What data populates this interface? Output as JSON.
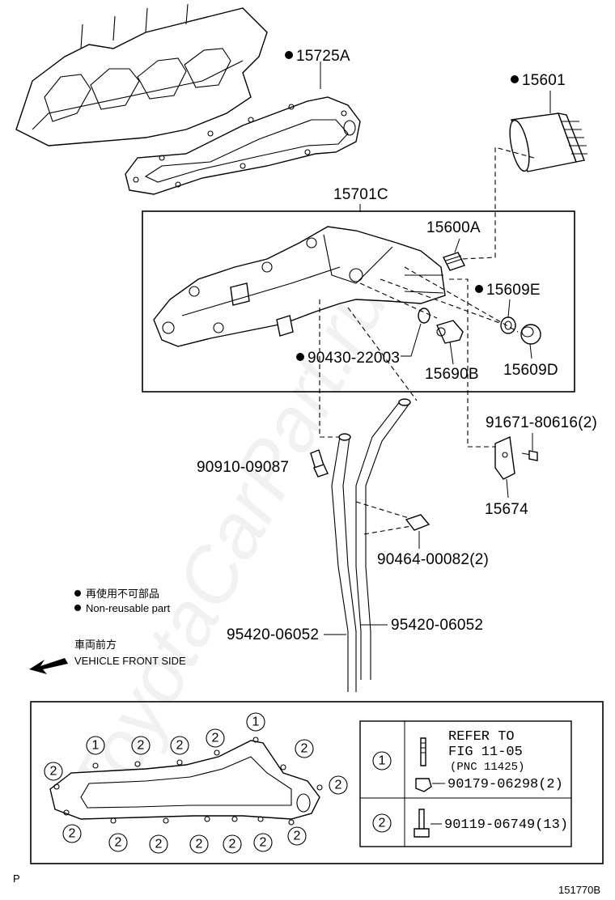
{
  "watermark": "ToyotaCarPart.ru",
  "parts": {
    "gasket_top": "15725A",
    "oil_filter": "15601",
    "cooler_assy": "15701C",
    "union": "15600A",
    "o_ring": "15609E",
    "gasket_90430": "90430-22003",
    "switch": "15690B",
    "plug": "15609D",
    "bolt_91671": "91671-80616(2)",
    "bracket": "15674",
    "fitting": "90910-09087",
    "clamp": "90464-00082(2)",
    "hose_left": "95420-06052",
    "hose_right": "95420-06052"
  },
  "legend": {
    "jp": "再使用不可部品",
    "en": "Non-reusable part",
    "front_jp": "車両前方",
    "front_en": "VEHICLE FRONT SIDE"
  },
  "reference_table": {
    "row1_num": "1",
    "row1_refer_line1": "REFER TO",
    "row1_refer_line2": "FIG 11-05",
    "row1_pnc": "(PNC 11425)",
    "row1_part": "90179-06298(2)",
    "row2_num": "2",
    "row2_part": "90119-06749(13)"
  },
  "gasket_callouts": [
    "1",
    "2",
    "2",
    "2",
    "1",
    "2",
    "2",
    "2",
    "2",
    "2",
    "2",
    "2",
    "2",
    "2",
    "2"
  ],
  "footer_left": "P",
  "figure_id": "151770B"
}
